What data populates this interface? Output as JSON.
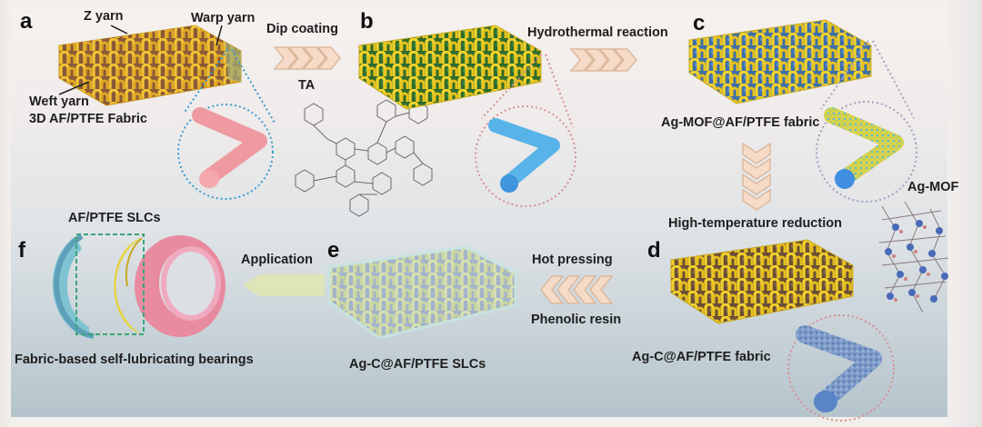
{
  "figure": {
    "panels": {
      "a": {
        "letter": "a",
        "labels": {
          "z_yarn": "Z yarn",
          "warp_yarn": "Warp yarn",
          "weft_yarn": "Weft yarn",
          "title": "3D AF/PTFE Fabric"
        }
      },
      "b": {
        "letter": "b"
      },
      "c": {
        "letter": "c",
        "title": "Ag-MOF@AF/PTFE fabric",
        "inset_label": "Ag-MOF"
      },
      "d": {
        "letter": "d",
        "title": "Ag-C@AF/PTFE fabric"
      },
      "e": {
        "letter": "e",
        "title": "Ag-C@AF/PTFE SLCs"
      },
      "f": {
        "letter": "f",
        "top_label": "AF/PTFE SLCs",
        "title": "Fabric-based self-lubricating bearings"
      }
    },
    "steps": {
      "dip_coating": {
        "label": "Dip coating",
        "reagent": "TA"
      },
      "hydrothermal": {
        "label": "Hydrothermal reaction"
      },
      "reduction": {
        "label": "High-temperature reduction"
      },
      "hot_pressing": {
        "label": "Hot pressing",
        "reagent": "Phenolic resin"
      },
      "application": {
        "label": "Application"
      }
    },
    "colors": {
      "yarn_yellow": "#f2c233",
      "fiber_pink": "#ee9aa0",
      "fiber_blue": "#4aa8e6",
      "arrow_fill": "#f6dcc8",
      "arrow_stroke": "#dcb89c",
      "ring_cyan": "#7fc3d3",
      "ring_yellow": "#e8d23a",
      "ring_pink": "#e88aa0",
      "dash_green": "#3aa57a"
    }
  }
}
